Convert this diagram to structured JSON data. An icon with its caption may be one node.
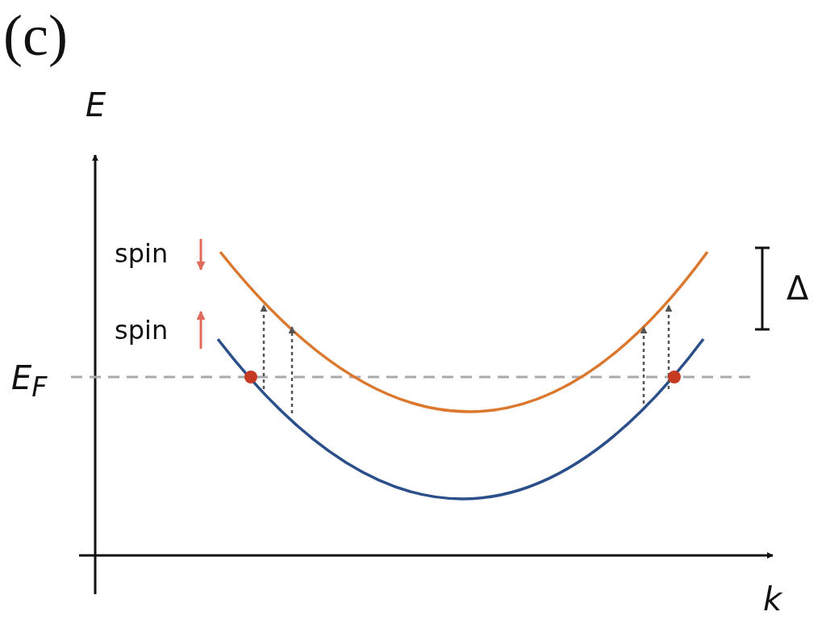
{
  "diagram": {
    "labels": [
      "(c)",
      "E",
      "spin",
      "spin",
      "Δ",
      "E$_{F}$",
      "k"
    ]
  }
}
